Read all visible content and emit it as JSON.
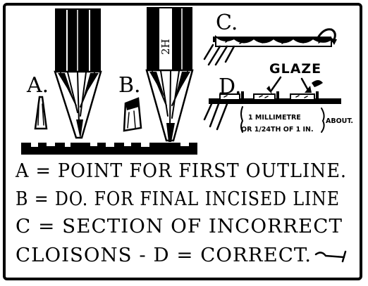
{
  "figure": {
    "labels": {
      "a": "A.",
      "b": "B.",
      "c": "C.",
      "d": "D.",
      "pencil_grade": "2H",
      "glaze": "GLAZE",
      "measure_line1": "1 MILLIMETRE",
      "measure_line2": "OR 1/24TH OF 1 IN.",
      "about": "ABOUT."
    },
    "captions": [
      "A = POINT FOR FIRST OUTLINE.",
      "B = DO. FOR FINAL INCISED LINE",
      "C = SECTION OF INCORRECT",
      "CLOISONS - D = CORRECT."
    ]
  },
  "colors": {
    "ink": "#000000",
    "paper": "#ffffff"
  }
}
